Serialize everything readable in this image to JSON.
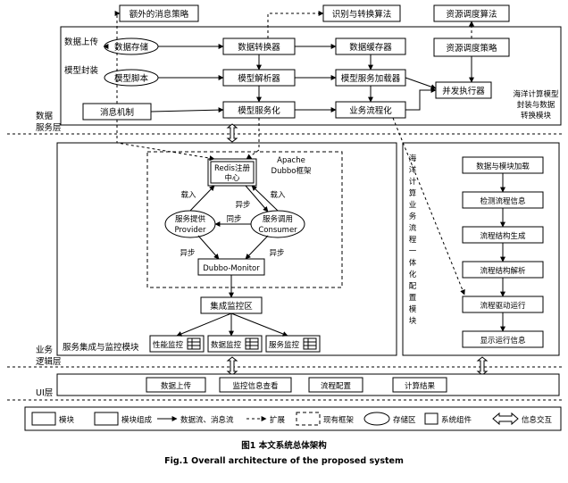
{
  "top_row": {
    "extra_strategy": "额外的消息策略",
    "recognize": "识别与转换算法",
    "resource_algo": "资源调度算法"
  },
  "data_layer": {
    "label_upload": "数据上传",
    "label_model": "模型封装",
    "store": "数据存储",
    "script": "模型脚本",
    "msg": "消息机制",
    "converter": "数据转换器",
    "parser": "模型解析器",
    "modelservice": "模型服务化",
    "cache": "数据缓存器",
    "loader": "模型服务加载器",
    "flow": "业务流程化",
    "strategy": "资源调度策略",
    "executor": "并发执行器",
    "module_title": "海洋计算模型封装与数据转换模块",
    "layer_name": "数据服务层"
  },
  "logic_layer": {
    "redis": "Redis注册中心",
    "apache": "Apache Dubbo框架",
    "load1": "载入",
    "load2": "载入",
    "async1": "异步",
    "async2": "异步",
    "async3": "异步",
    "sync": "同步",
    "provider": "服务提供 Provider",
    "consumer": "服务调用 Consumer",
    "monitor": "Dubbo-Monitor",
    "integ": "集成监控区",
    "perf": "性能监控",
    "datamon": "数据监控",
    "servmon": "服务监控",
    "module_title": "服务集成与监控模块",
    "layer_name": "业务逻辑层"
  },
  "config_module": {
    "title": "海洋计算业务流程一体化配置模块",
    "steps": [
      "数据与模块加载",
      "检测流程信息",
      "流程结构生成",
      "流程结构解析",
      "流程驱动运行",
      "显示运行信息"
    ]
  },
  "ui_layer": {
    "name": "UI层",
    "items": [
      "数据上传",
      "监控信息查看",
      "流程配置",
      "计算结果"
    ]
  },
  "legend": {
    "module": "模块",
    "component": "模块组成",
    "flow": "数据流、消息流",
    "extend": "扩展",
    "framework": "现有框架",
    "storage": "存储区",
    "syscomp": "系统组件",
    "interact": "信息交互"
  },
  "caption": {
    "cn": "图1 本文系统总体架构",
    "en": "Fig.1 Overall architecture of the proposed system"
  }
}
